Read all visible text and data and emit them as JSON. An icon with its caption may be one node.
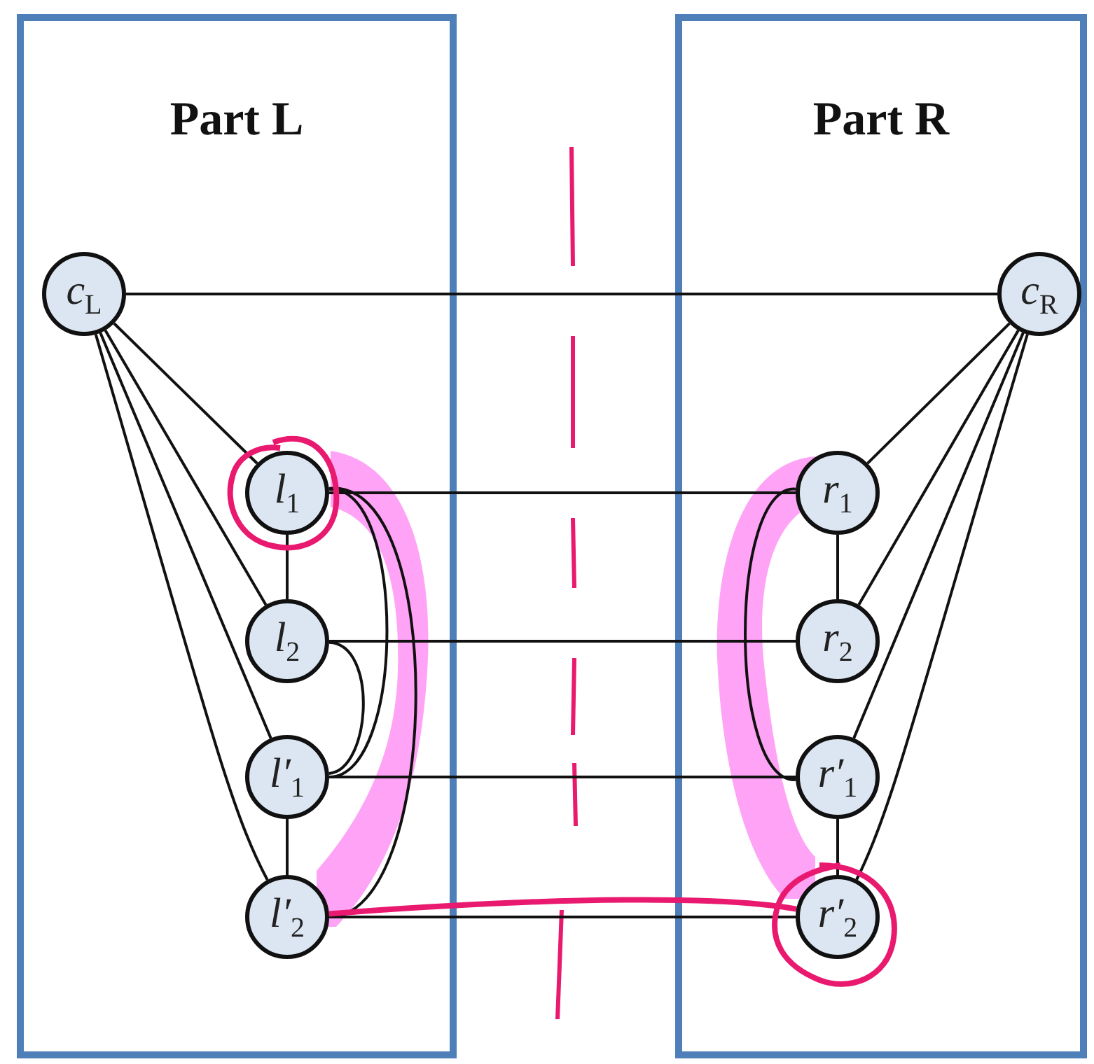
{
  "diagram": {
    "nodes": [
      {
        "text": [
          "Part L"
        ]
      },
      {
        "text": [
          "Part R"
        ]
      },
      {
        "text": [
          "c$_{L}$"
        ],
        "in": 0
      },
      {
        "text": [
          "l$_{1}$"
        ],
        "in": 0
      },
      {
        "text": [
          "l$_{2}$"
        ],
        "in": 0
      },
      {
        "text": [
          "l′$_{1}$"
        ],
        "in": 0
      },
      {
        "text": [
          "l′$_{2}$"
        ],
        "in": 0
      },
      {
        "text": [
          "c$_{R}$"
        ],
        "in": 1
      },
      {
        "text": [
          "r$_{1}$"
        ],
        "in": 1
      },
      {
        "text": [
          "r$_{2}$"
        ],
        "in": 1
      },
      {
        "text": [
          "r′$_{1}$"
        ],
        "in": 1
      },
      {
        "text": [
          "r′$_{2}$"
        ],
        "in": 1
      }
    ],
    "edges": [
      {
        "from": 2,
        "to": 7,
        "arrow": "none"
      },
      {
        "from": 2,
        "to": 3,
        "arrow": "none"
      },
      {
        "from": 2,
        "to": 4,
        "arrow": "none"
      },
      {
        "from": 2,
        "to": 5,
        "arrow": "none"
      },
      {
        "from": 2,
        "to": 6,
        "arrow": "none"
      },
      {
        "from": 3,
        "to": 4,
        "arrow": "none"
      },
      {
        "from": 5,
        "to": 6,
        "arrow": "none"
      },
      {
        "from": 3,
        "to": 5,
        "arrow": "none"
      },
      {
        "from": 3,
        "to": 6,
        "arrow": "none"
      },
      {
        "from": 4,
        "to": 5,
        "arrow": "none"
      },
      {
        "from": 3,
        "to": 8,
        "arrow": "none"
      },
      {
        "from": 4,
        "to": 9,
        "arrow": "none"
      },
      {
        "from": 5,
        "to": 10,
        "arrow": "none"
      },
      {
        "from": 6,
        "to": 11,
        "arrow": "none"
      },
      {
        "from": 7,
        "to": 8,
        "arrow": "none"
      },
      {
        "from": 7,
        "to": 9,
        "arrow": "none"
      },
      {
        "from": 7,
        "to": 10,
        "arrow": "none"
      },
      {
        "from": 7,
        "to": 11,
        "arrow": "none"
      },
      {
        "from": 8,
        "to": 9,
        "arrow": "none"
      },
      {
        "from": 10,
        "to": 11,
        "arrow": "none"
      },
      {
        "from": 8,
        "to": 10,
        "arrow": "none"
      },
      {
        "from": 6,
        "to": 11,
        "arrow": "none",
        "style": "thick",
        "color": "#e8196e"
      }
    ]
  }
}
